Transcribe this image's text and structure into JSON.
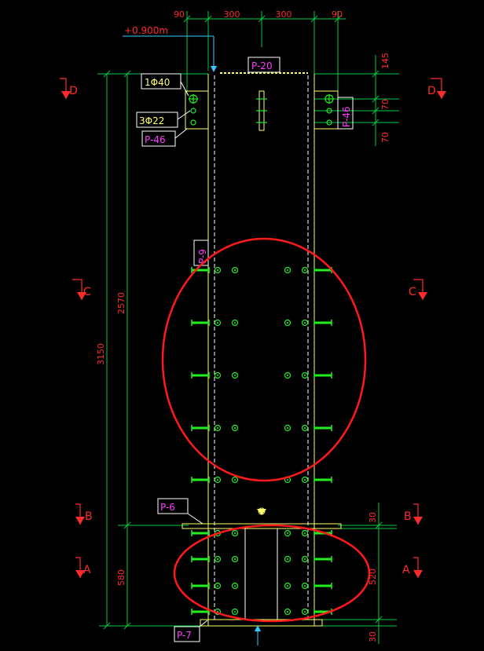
{
  "drawing": {
    "dimensions_top": [
      "90",
      "300",
      "300",
      "90"
    ],
    "elevation": "+0.900m",
    "callouts": {
      "p20": "P-20",
      "p46_left": "P-46",
      "p46_right": "P-46",
      "p9": "P-9",
      "p6": "P-6",
      "p7": "P-7"
    },
    "rebar_labels": [
      "1Φ40",
      "3Φ22"
    ],
    "right_dimensions_top": [
      "145",
      "70",
      "70"
    ],
    "right_dimensions_bottom": [
      "30",
      "520",
      "30"
    ],
    "left_dimensions": {
      "overall": "3150",
      "upper": "2570",
      "lower": "580"
    },
    "section_marks": {
      "d_left": "D",
      "d_right": "D",
      "c_left": "C",
      "c_right": "C",
      "b_left": "B",
      "b_right": "B",
      "a_left": "A",
      "a_right": "A"
    },
    "colors": {
      "dimension": "#ff2a2a",
      "geometry": "#ffff66",
      "callout_text": "#ff3bff",
      "label_box": "#ffffff",
      "anchor": "#22ee22",
      "highlight": "#ff1a1a",
      "leader": "#33ccff",
      "extension": "#00cc44"
    }
  }
}
